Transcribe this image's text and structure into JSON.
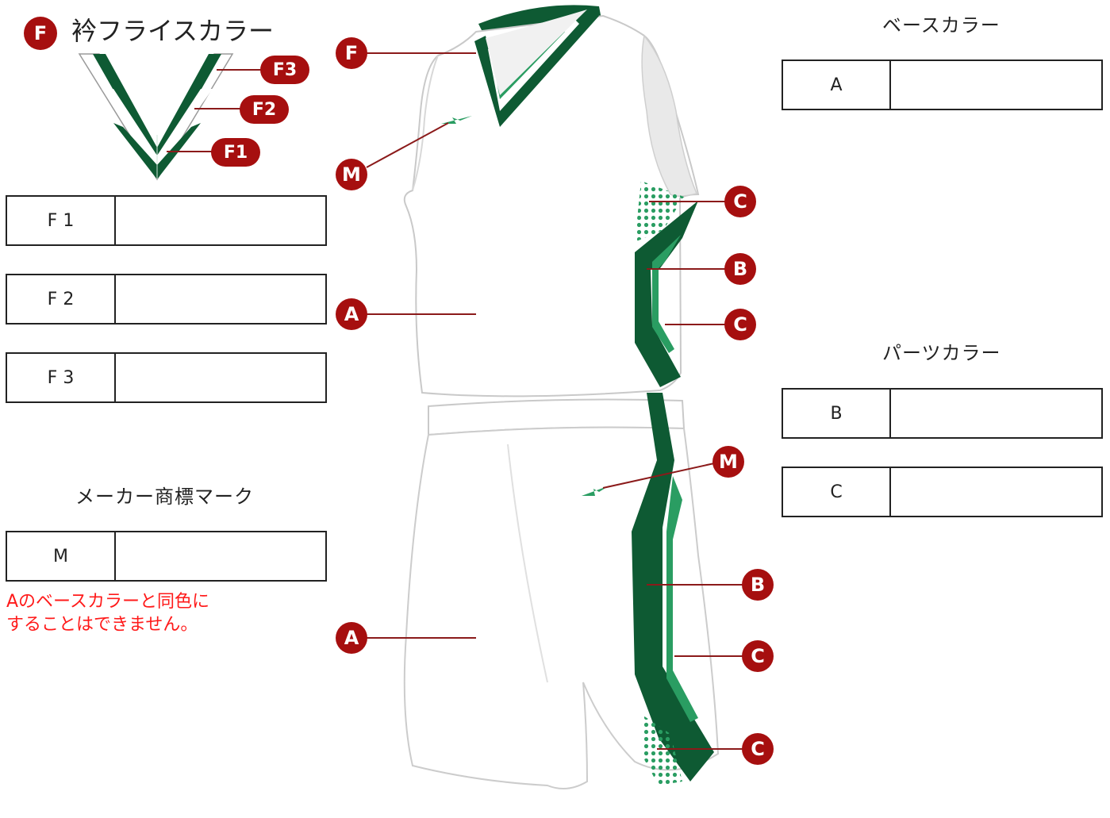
{
  "collar": {
    "title": "衿フライスカラー",
    "badge": "F",
    "labels": [
      "F3",
      "F2",
      "F1"
    ]
  },
  "rows_left": [
    {
      "key": "F 1"
    },
    {
      "key": "F 2"
    },
    {
      "key": "F 3"
    }
  ],
  "maker_mark": {
    "heading": "メーカー商標マーク",
    "key": "M",
    "note_line1": "Aのベースカラーと同色に",
    "note_line2": "することはできません。"
  },
  "base_color": {
    "heading": "ベースカラー",
    "key": "A"
  },
  "parts_color": {
    "heading": "パーツカラー",
    "keys": [
      "B",
      "C"
    ]
  },
  "callouts": {
    "F": "F",
    "M_top": "M",
    "A_top": "A",
    "C_1": "C",
    "B_1": "B",
    "C_2": "C",
    "M_bottom": "M",
    "A_bottom": "A",
    "B_2": "B",
    "C_3": "C",
    "C_4": "C"
  },
  "colors": {
    "badge": "#a60f0f",
    "dark_green": "#0e5a33",
    "light_green": "#2a9d62",
    "note_red": "#ff1a1a"
  }
}
